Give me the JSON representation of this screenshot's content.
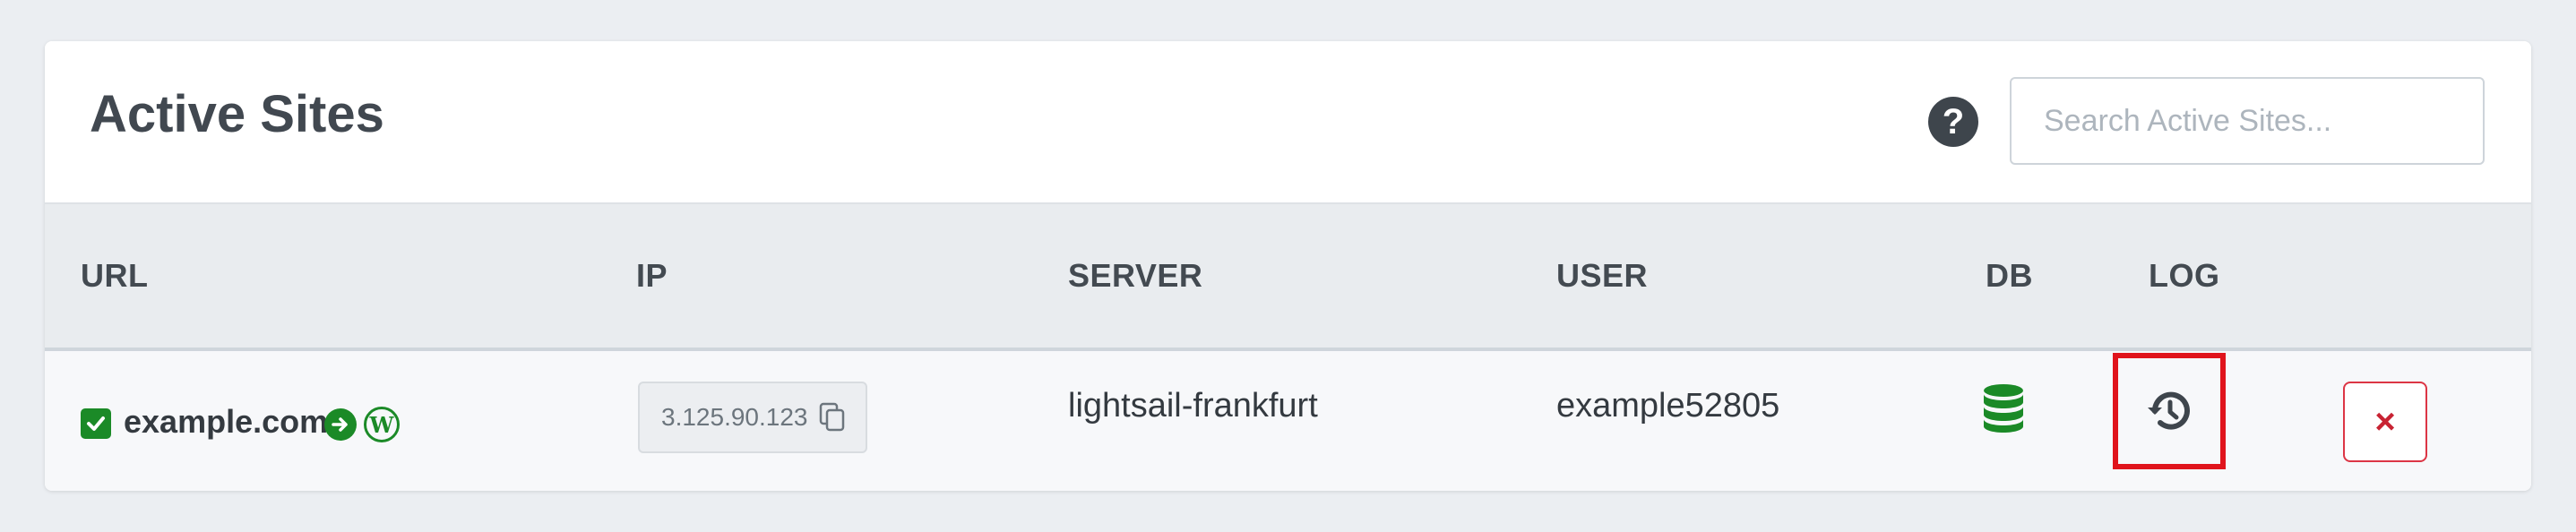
{
  "header": {
    "title": "Active Sites",
    "help_icon": "question-circle-icon",
    "search_placeholder": "Search Active Sites..."
  },
  "table": {
    "columns": [
      "URL",
      "IP",
      "SERVER",
      "USER",
      "DB",
      "LOG"
    ],
    "rows": [
      {
        "url": "example.com",
        "ip": "3.125.90.123",
        "server": "lightsail-frankfurt",
        "user": "example52805"
      }
    ]
  },
  "colors": {
    "accent_green": "#1b8a27",
    "highlight_red": "#e0141c",
    "danger": "#dc3545"
  },
  "delete_icon": "×"
}
